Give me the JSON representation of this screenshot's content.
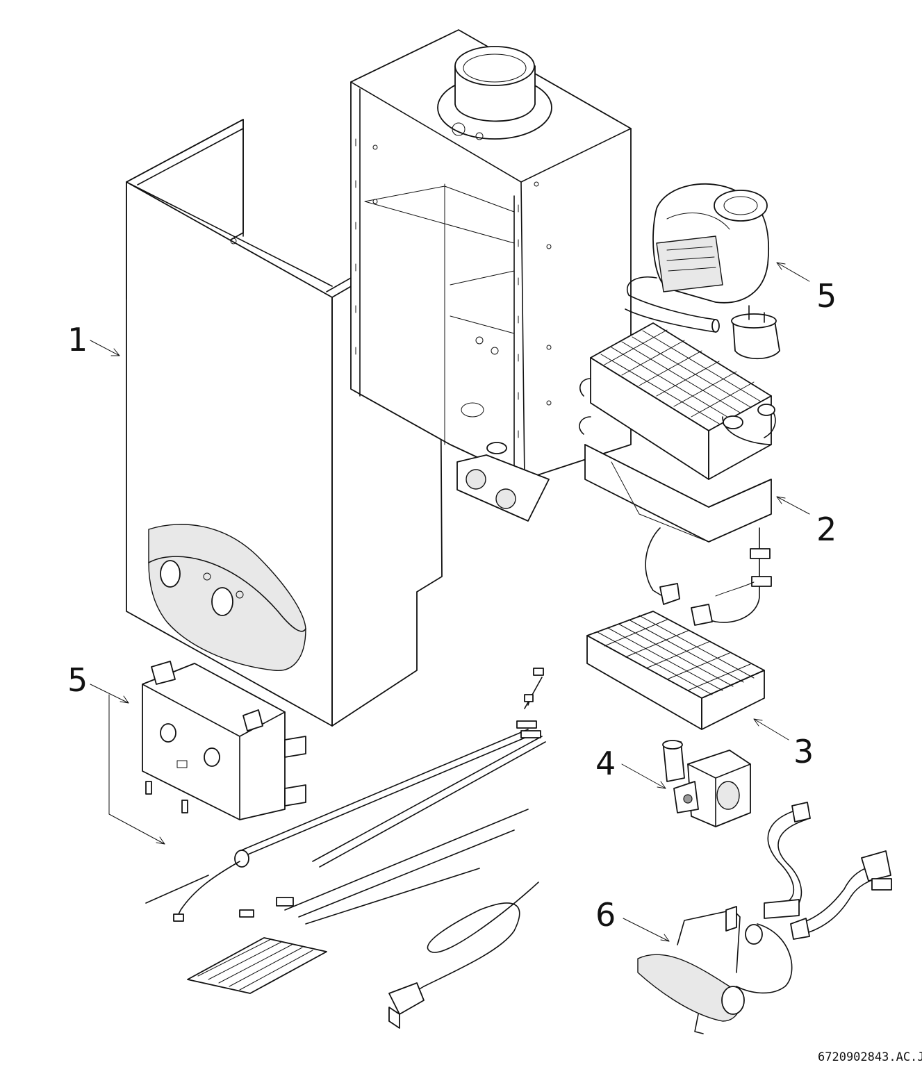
{
  "callouts": [
    {
      "id": "c1",
      "label": "1"
    },
    {
      "id": "c2",
      "label": "2"
    },
    {
      "id": "c3",
      "label": "3"
    },
    {
      "id": "c4",
      "label": "4"
    },
    {
      "id": "c5a",
      "label": "5"
    },
    {
      "id": "c5b",
      "label": "5"
    },
    {
      "id": "c6",
      "label": "6"
    }
  ],
  "document_reference": "6720902843.AC.J",
  "colors": {
    "line": "#111111",
    "background": "#ffffff",
    "shade": "#e8e8e8"
  }
}
